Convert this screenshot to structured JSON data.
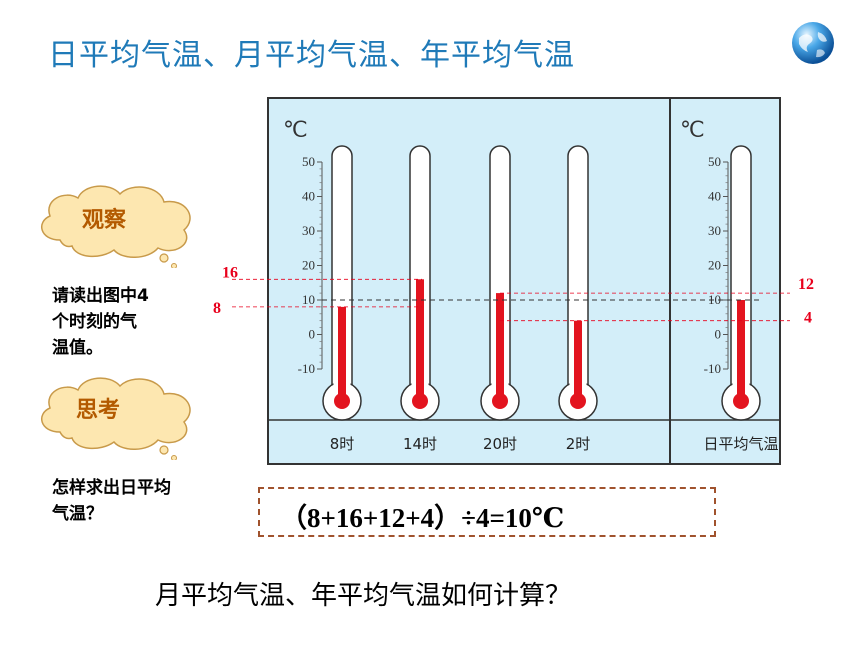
{
  "title": "日平均气温、月平均气温、年平均气温",
  "observe": {
    "label": "观察",
    "prompt_lines": [
      "请读出图中4",
      "个时刻的气",
      "温值。"
    ]
  },
  "think": {
    "label": "思考",
    "prompt_lines": [
      "怎样求出日平均",
      "气温？"
    ]
  },
  "diagram": {
    "unit": "℃",
    "scale_ticks": [
      "50",
      "40",
      "30",
      "20",
      "10",
      "0",
      "-10"
    ],
    "thermometers": [
      {
        "label": "8时",
        "value": 8
      },
      {
        "label": "14时",
        "value": 16
      },
      {
        "label": "20时",
        "value": 12
      },
      {
        "label": "2时",
        "value": 4
      }
    ],
    "average": {
      "label": "日平均气温",
      "value": 10
    },
    "left_markers": [
      "16",
      "8"
    ],
    "right_markers": [
      "12",
      "4"
    ],
    "colors": {
      "panel": "#d3eef9",
      "mercury": "#e3141f",
      "border": "#333333",
      "guide": "#e8001c"
    }
  },
  "formula": "（8+16+12+4）÷4=10℃",
  "bottom_question": "月平均气温、年平均气温如何计算？"
}
